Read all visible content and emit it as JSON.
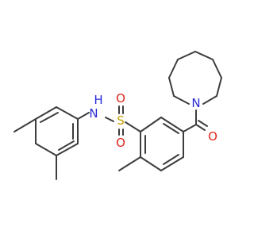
{
  "atoms": {
    "amide_n": "N",
    "carbonyl_o": "O",
    "sulfonyl_s": "S",
    "sulfonyl_o_top": "O",
    "sulfonyl_o_bottom": "O",
    "sulfonamide_n": "N",
    "sulfonamide_h": "H"
  },
  "colors": {
    "bond": "#3c3c3c",
    "nitrogen": "#2a2ad6",
    "oxygen": "#e0261c",
    "sulfur": "#c9a100"
  }
}
